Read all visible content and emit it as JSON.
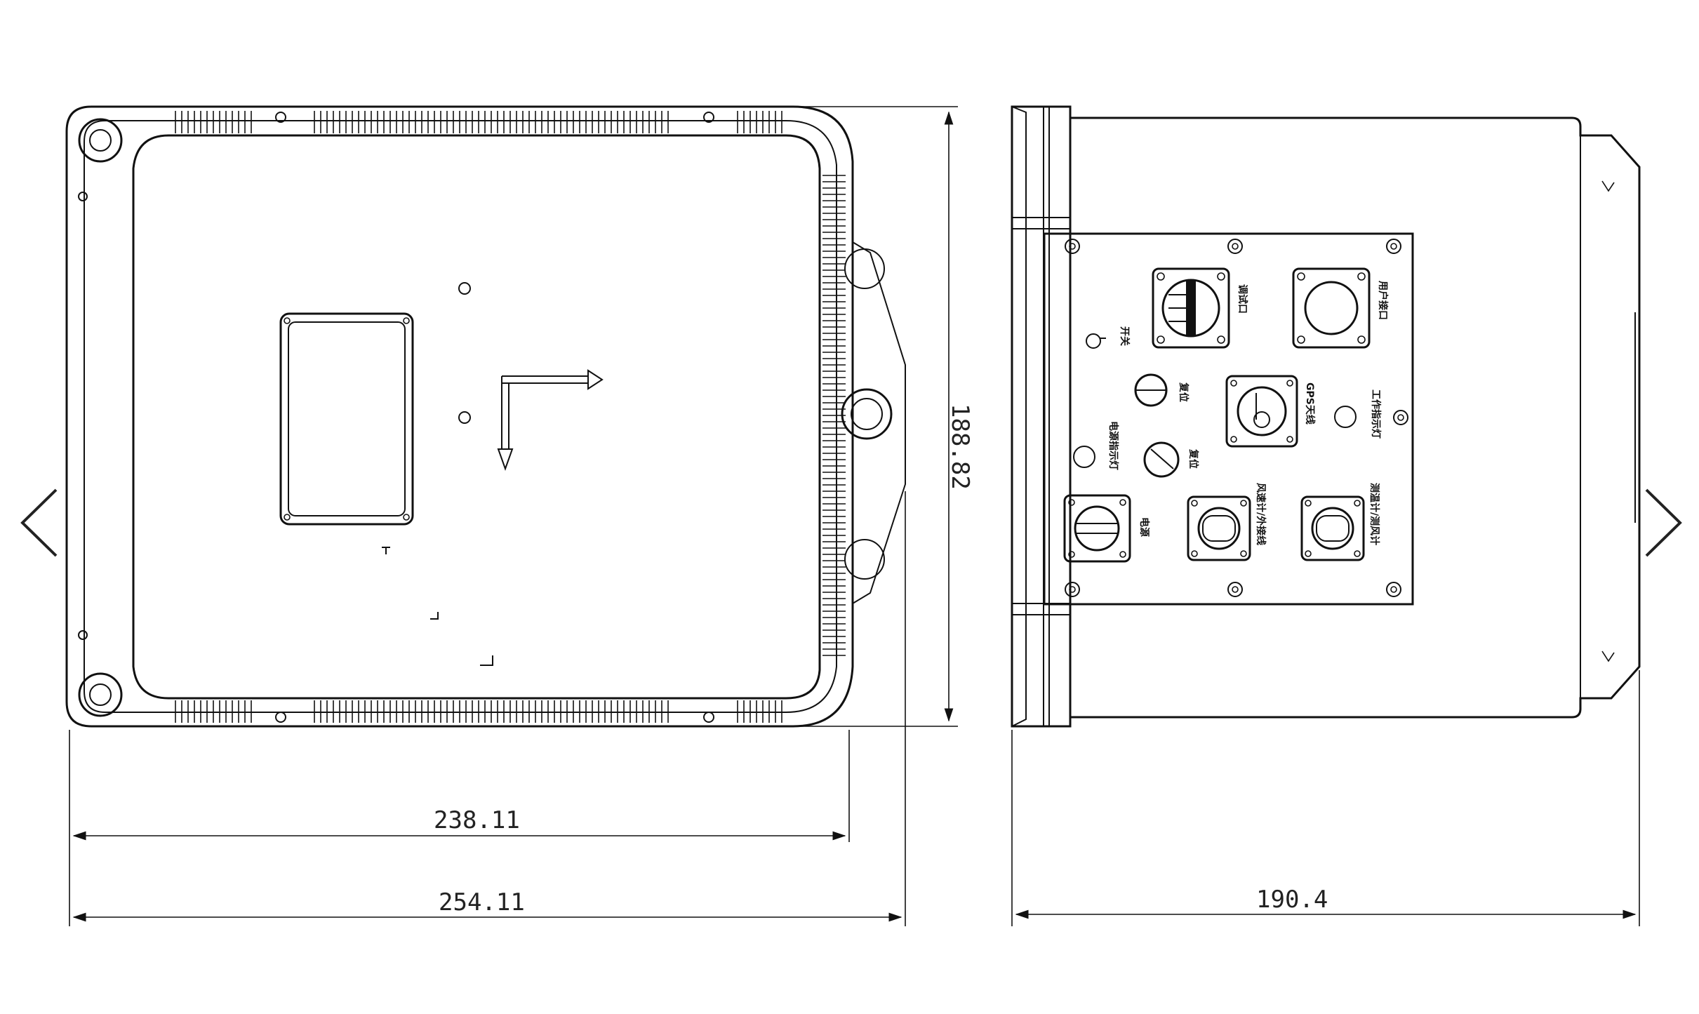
{
  "dimensions": {
    "inner_width": "238.11",
    "outer_width": "254.11",
    "height": "188.82",
    "depth": "190.4"
  },
  "panel_labels": {
    "power_switch": "开关",
    "dip": "复位",
    "reset": "复位",
    "power_indicator": "电源指示灯",
    "data_port": "调试口",
    "sensor_port": "用户接口",
    "gps_antenna": "GPS天线",
    "work_indicator": "工作指示灯",
    "power_port": "电源",
    "ext_port": "风速计/外接线",
    "temp_port": "测温计/测风计"
  },
  "nav": {
    "prev_icon": "chevron-left-icon",
    "next_icon": "chevron-right-icon"
  }
}
